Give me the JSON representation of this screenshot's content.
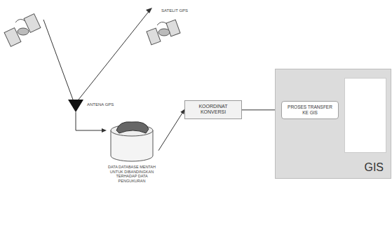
{
  "diagram": {
    "nodes": [
      {
        "text": [
          "KOORDINAT KONVERSI"
        ]
      },
      {
        "text": [
          "GIS"
        ]
      },
      {
        "text": [
          "PROSES TRANSFER KE GIS"
        ],
        "in": 1
      },
      {
        "text": [
          "DATA DATABASE MENTAH UNTUK DIBANDINGKAN TERHADAP DATA PENGUKURAN"
        ]
      }
    ],
    "edges": [
      {
        "from": 3,
        "to": 0,
        "arrow": "to"
      },
      {
        "from": 0,
        "to": 2,
        "arrow": "to"
      }
    ],
    "labels": [
      "SATELIT GPS",
      "ANTENA GPS"
    ]
  }
}
